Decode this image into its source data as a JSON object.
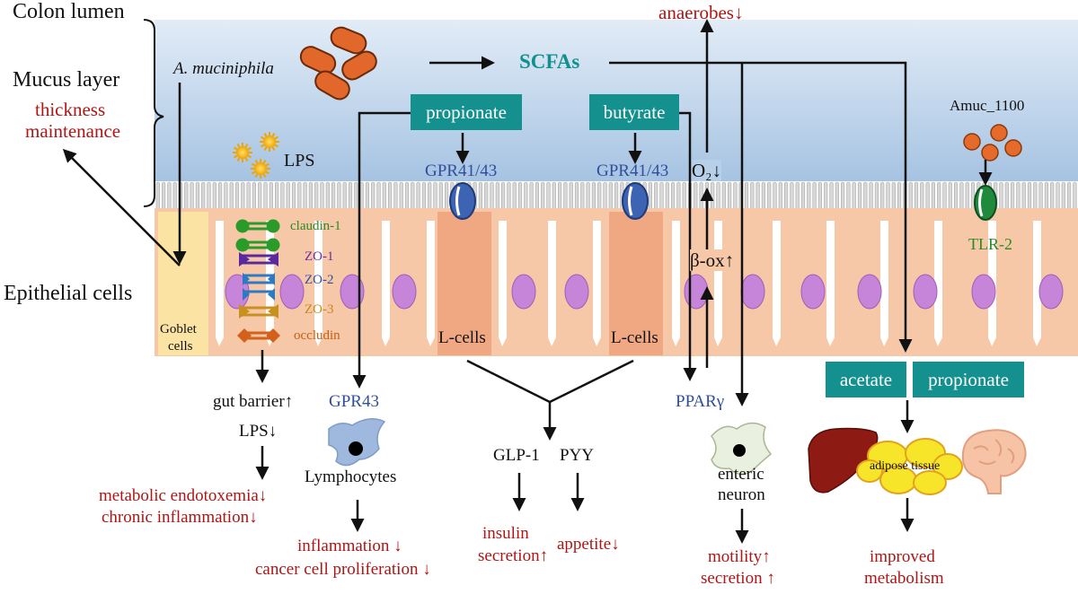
{
  "regions": {
    "colon_lumen": "Colon lumen",
    "mucus_layer": "Mucus layer",
    "epithelial_cells": "Epithelial cells"
  },
  "mucus": {
    "thickness": "thickness",
    "maintenance": "maintenance"
  },
  "bacterium": "A. muciniphila",
  "scfas": "SCFAs",
  "anaerobes": "anaerobes↓",
  "propionate_box": "propionate",
  "butyrate_box": "butyrate",
  "gpr41_43_a": "GPR41/43",
  "gpr41_43_b": "GPR41/43",
  "o2": "O₂↓",
  "beta_ox": "β-ox↑",
  "amuc": "Amuc_1100",
  "tlr2": "TLR-2",
  "lps": "LPS",
  "junctions": {
    "claudin": "claudin-1",
    "zo1": "ZO-1",
    "zo2": "ZO-2",
    "zo3": "ZO-3",
    "occludin": "occludin"
  },
  "goblet": {
    "line1": "Goblet",
    "line2": "cells"
  },
  "lcells_a": "L-cells",
  "lcells_b": "L-cells",
  "acetate_box": "acetate",
  "propionate_box2": "propionate",
  "barrier": {
    "gut_barrier": "gut barrier↑",
    "lps_down": "LPS↓",
    "endotoxemia": "metabolic endotoxemia↓",
    "chronic": "chronic inflammation↓"
  },
  "immune": {
    "gpr43": "GPR43",
    "lymphocytes": "Lymphocytes",
    "inflammation": "inflammation ↓",
    "cancer": "cancer cell proliferation ↓"
  },
  "hormones": {
    "glp1": "GLP-1",
    "pyy": "PYY",
    "insulin1": "insulin",
    "insulin2": "secretion↑",
    "appetite": "appetite↓"
  },
  "neuron": {
    "ppar": "PPARγ",
    "enteric": "enteric",
    "neuron": "neuron",
    "motility": "motility↑",
    "secretion": "secretion ↑"
  },
  "metabolism": {
    "adipose": "adipose tissue",
    "improved": "improved",
    "metabolism": "metabolism"
  },
  "colors": {
    "mucus_top": "#dfeaf6",
    "mucus_bottom": "#a9c6e4",
    "epithelium": "#f6c8a8",
    "box": "#14918f",
    "red_text": "#b01515",
    "nucleus": "#c685d8"
  }
}
